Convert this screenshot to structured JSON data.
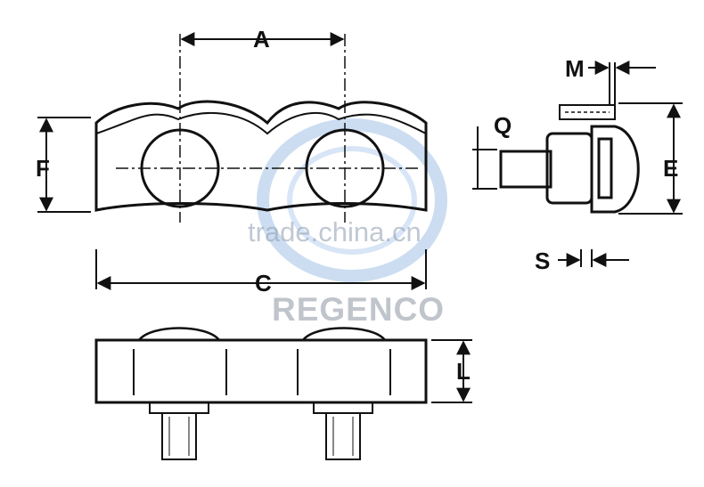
{
  "labels": {
    "A": "A",
    "C": "C",
    "F": "F",
    "M": "M",
    "Q": "Q",
    "E": "E",
    "S": "S",
    "L": "L"
  },
  "watermark": {
    "site": "trade.china.cn",
    "brand": "REGENCO"
  },
  "colors": {
    "line": "#111111",
    "watermark_blue": "#6f9fd8",
    "watermark_gray": "#9aa3ad"
  }
}
